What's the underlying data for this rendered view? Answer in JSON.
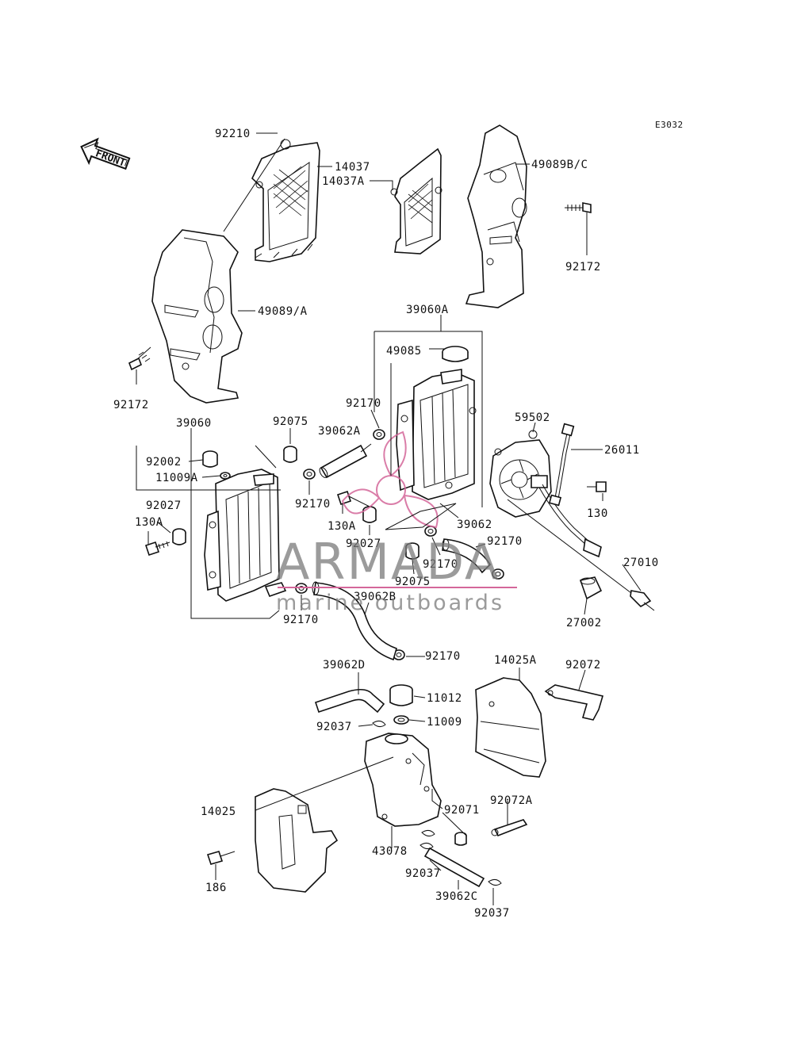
{
  "diagram_code": "E3032",
  "front_label": "FRONT",
  "watermark": {
    "brand": "ARMADA",
    "tagline": "marine outboards",
    "accent_color": "#d4679a",
    "text_color": "#7a7a7a"
  },
  "part_numbers": {
    "p92210": "92210",
    "p14037": "14037",
    "p14037A": "14037A",
    "p49089BC": "49089B/C",
    "p92172_r": "92172",
    "p49089A": "49089/A",
    "p92172_l": "92172",
    "p39060A": "39060A",
    "p49085": "49085",
    "p92170_a": "92170",
    "p59502": "59502",
    "p26011": "26011",
    "p130": "130",
    "p39060": "39060",
    "p92075_a": "92075",
    "p39062A": "39062A",
    "p92002": "92002",
    "p11009A": "11009A",
    "p92170_b": "92170",
    "p92027_a": "92027",
    "p130A_l": "130A",
    "p130A": "130A",
    "p92027_b": "92027",
    "p39062": "39062",
    "p92170_c": "92170",
    "p92170_d": "92170",
    "p92075_b": "92075",
    "p27010": "27010",
    "p92170_e": "92170",
    "p39062B": "39062B",
    "p27002": "27002",
    "p92170_f": "92170",
    "p39062D": "39062D",
    "p14025A": "14025A",
    "p92072": "92072",
    "p11012": "11012",
    "p11009": "11009",
    "p92037_a": "92037",
    "p14025": "14025",
    "p92071": "92071",
    "p92072A": "92072A",
    "p43078": "43078",
    "p186": "186",
    "p92037_b": "92037",
    "p39062C": "39062C",
    "p92037_c": "92037"
  }
}
